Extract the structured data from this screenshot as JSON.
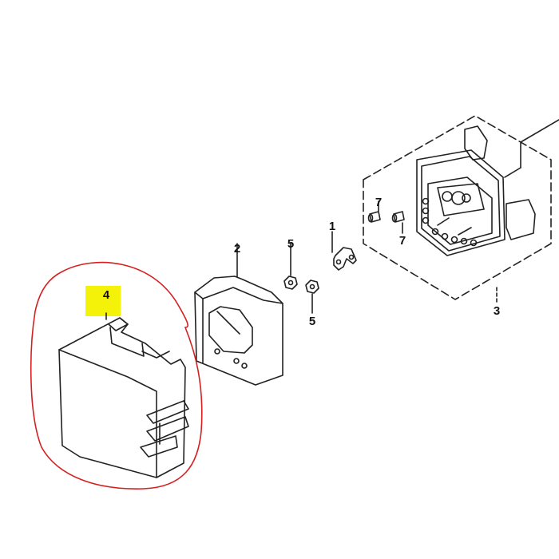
{
  "diagram": {
    "type": "exploded-parts-diagram",
    "highlight_color": "#f5f20a",
    "circle_color": "#d42020",
    "parts": [
      {
        "id": "1",
        "label": "1",
        "name": "bracket"
      },
      {
        "id": "2",
        "label": "2",
        "name": "spacer-block"
      },
      {
        "id": "3",
        "label": "3",
        "name": "air-cleaner-base-assembly"
      },
      {
        "id": "4",
        "label": "4",
        "name": "air-cleaner-cover",
        "highlighted": true,
        "circled": true
      },
      {
        "id": "5a",
        "label": "5",
        "name": "nut"
      },
      {
        "id": "5b",
        "label": "5",
        "name": "nut"
      },
      {
        "id": "7a",
        "label": "7",
        "name": "collar"
      },
      {
        "id": "7b",
        "label": "7",
        "name": "collar"
      }
    ]
  }
}
